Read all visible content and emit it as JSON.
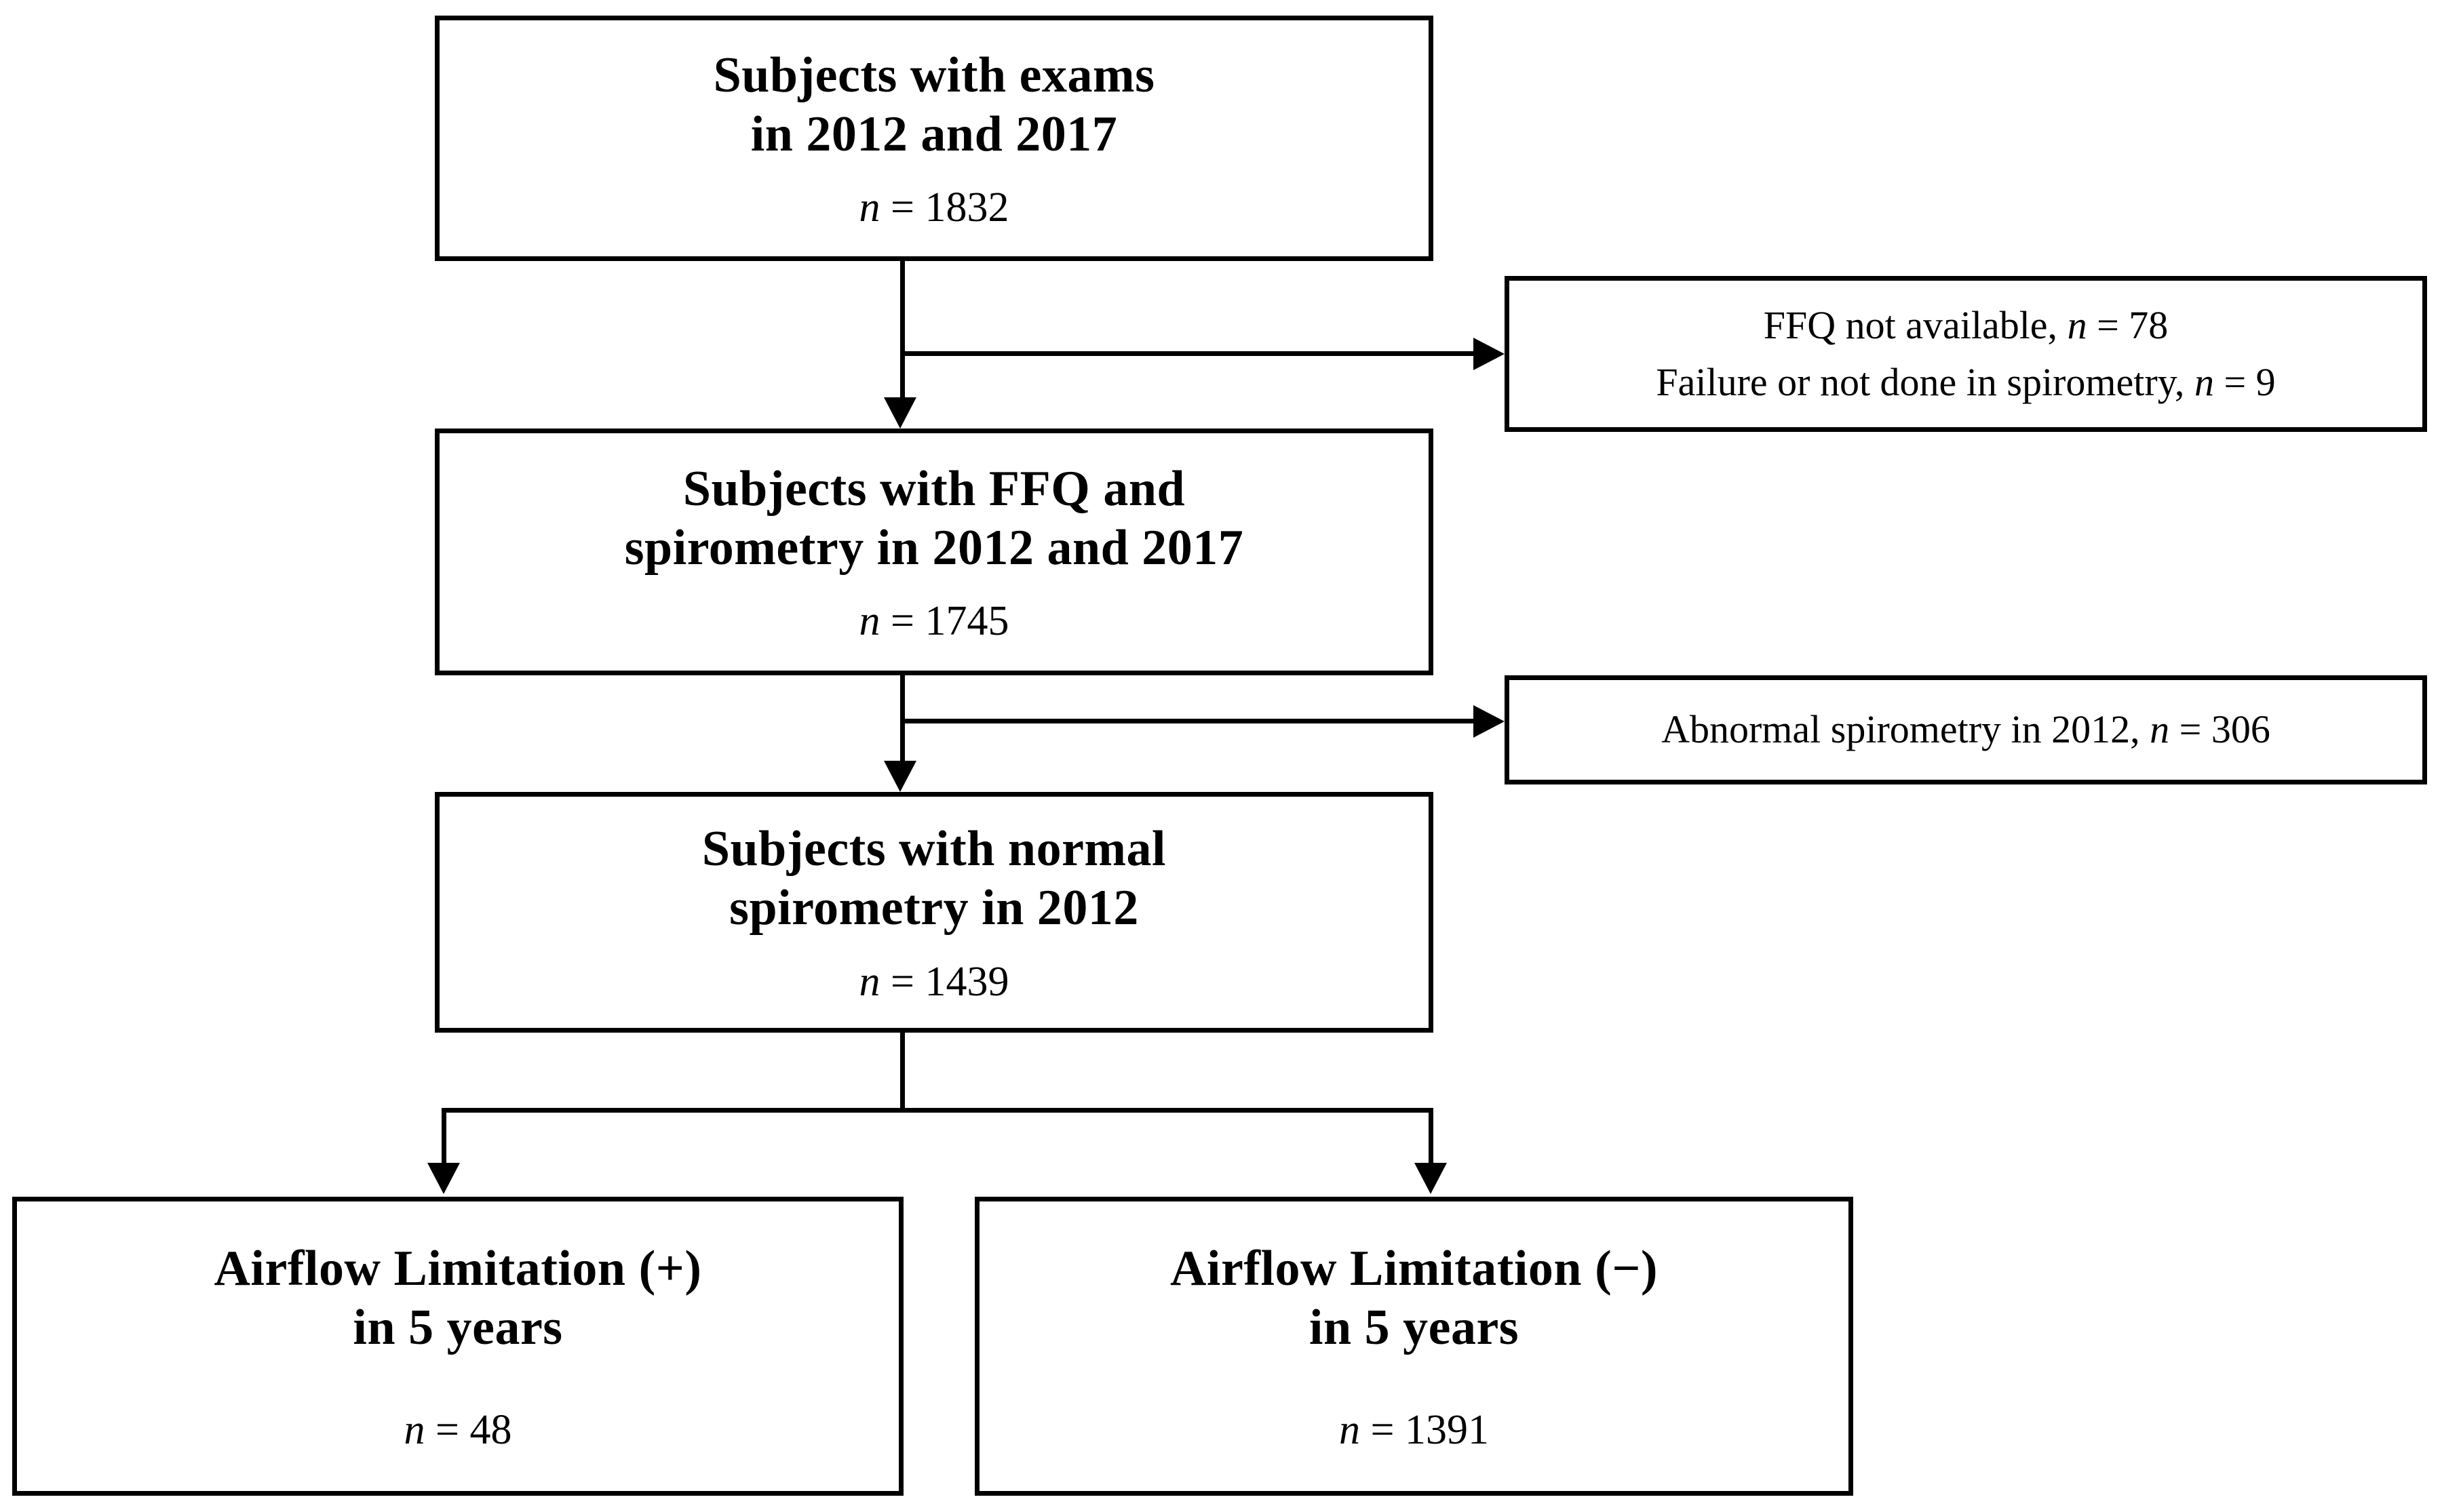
{
  "diagram": {
    "type": "study-flow-chart",
    "nodes": {
      "exams": {
        "line1": "Subjects with exams",
        "line2": "in 2012 and 2017",
        "n_label": "n",
        "eq": " = ",
        "n_value": "1832",
        "count_text": "n = 1832"
      },
      "ffq": {
        "line1": "Subjects with FFQ and",
        "line2": "spirometry in 2012 and 2017",
        "n_label": "n",
        "eq": " = ",
        "n_value": "1745",
        "count_text": "n = 1745"
      },
      "normal": {
        "line1": "Subjects with normal",
        "line2": "spirometry in 2012",
        "n_label": "n",
        "eq": " = ",
        "n_value": "1439",
        "count_text": "n = 1439"
      },
      "airflow_positive": {
        "line1": "Airflow Limitation (+)",
        "line2": "in 5 years",
        "n_label": "n",
        "eq": " = ",
        "n_value": "48",
        "count_text": "n = 48"
      },
      "airflow_negative": {
        "line1": "Airflow Limitation (−)",
        "line2": "in 5 years",
        "n_label": "n",
        "eq": " = ",
        "n_value": "1391",
        "count_text": "n = 1391"
      }
    },
    "exclusions": [
      {
        "id": "exclusion-1",
        "lines": [
          {
            "text": "FFQ not available, ",
            "n_label": "n",
            "eq": " = ",
            "n_value": "78"
          },
          {
            "text": "Failure or not done in spirometry, ",
            "n_label": "n",
            "eq": " = ",
            "n_value": "9"
          }
        ]
      },
      {
        "id": "exclusion-2",
        "lines": [
          {
            "text": "Abnormal spirometry in 2012, ",
            "n_label": "n",
            "eq": " = ",
            "n_value": "306"
          }
        ]
      }
    ],
    "colors": {
      "stroke": "#000000",
      "background": "#ffffff",
      "text": "#000000"
    }
  }
}
